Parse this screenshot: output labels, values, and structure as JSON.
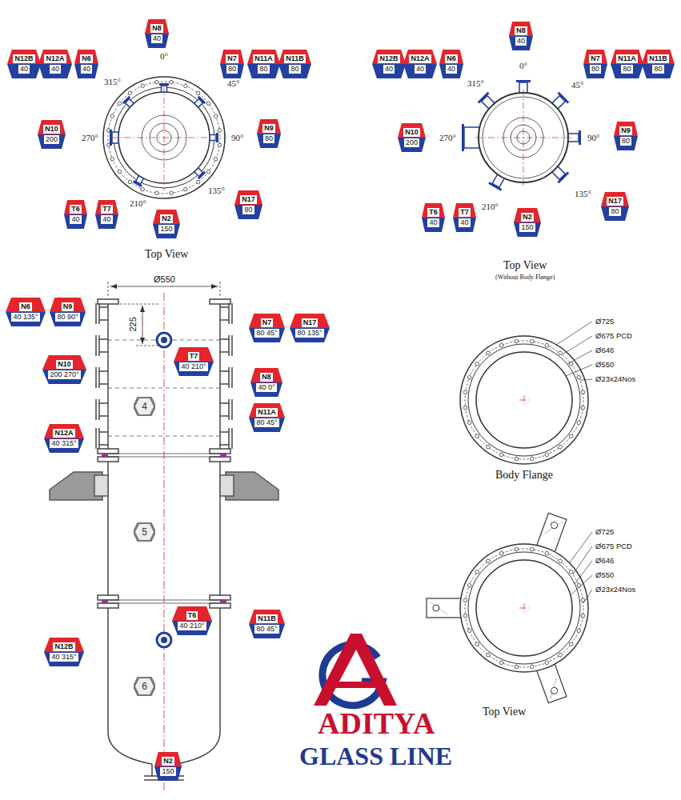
{
  "diagram": {
    "nodes": [
      {
        "text": [
          "N8",
          "40"
        ]
      },
      {
        "text": [
          "N12B",
          "40"
        ]
      },
      {
        "text": [
          "N12A",
          "40"
        ]
      },
      {
        "text": [
          "N6",
          "40"
        ]
      },
      {
        "text": [
          "N7",
          "80"
        ]
      },
      {
        "text": [
          "N11A",
          "80"
        ]
      },
      {
        "text": [
          "N11B",
          "80"
        ]
      },
      {
        "text": [
          "N10",
          "200"
        ]
      },
      {
        "text": [
          "N9",
          "80"
        ]
      },
      {
        "text": [
          "T6",
          "40"
        ]
      },
      {
        "text": [
          "T7",
          "40"
        ]
      },
      {
        "text": [
          "N2",
          "150"
        ]
      },
      {
        "text": [
          "N17",
          "80"
        ]
      },
      {
        "text": [
          "N8",
          "40"
        ]
      },
      {
        "text": [
          "N12B",
          "40"
        ]
      },
      {
        "text": [
          "N12A",
          "40"
        ]
      },
      {
        "text": [
          "N6",
          "40"
        ]
      },
      {
        "text": [
          "N7",
          "80"
        ]
      },
      {
        "text": [
          "N11A",
          "80"
        ]
      },
      {
        "text": [
          "N11B",
          "80"
        ]
      },
      {
        "text": [
          "N10",
          "200"
        ]
      },
      {
        "text": [
          "N9",
          "80"
        ]
      },
      {
        "text": [
          "T6",
          "40"
        ]
      },
      {
        "text": [
          "T7",
          "40"
        ]
      },
      {
        "text": [
          "N2",
          "150"
        ]
      },
      {
        "text": [
          "N17",
          "80"
        ]
      },
      {
        "text": [
          "N6",
          "40 135°"
        ]
      },
      {
        "text": [
          "N9",
          "80 90°"
        ]
      },
      {
        "text": [
          "N7",
          "80 45°"
        ]
      },
      {
        "text": [
          "N17",
          "80 135°"
        ]
      },
      {
        "text": [
          "T7",
          "40 210°"
        ]
      },
      {
        "text": [
          "N10",
          "200 270°"
        ]
      },
      {
        "text": [
          "N8",
          "40 0°"
        ]
      },
      {
        "text": [
          "4"
        ]
      },
      {
        "text": [
          "N11A",
          "80 45°"
        ]
      },
      {
        "text": [
          "N12A",
          "40 315°"
        ]
      },
      {
        "text": [
          "5"
        ]
      },
      {
        "text": [
          "T6",
          "40 210°"
        ]
      },
      {
        "text": [
          "N11B",
          "80 45°"
        ]
      },
      {
        "text": [
          "N12B",
          "40 315°"
        ]
      },
      {
        "text": [
          "6"
        ]
      },
      {
        "text": [
          "N2",
          "150"
        ]
      }
    ],
    "labels": [
      "0°",
      "45°",
      "90°",
      "135°",
      "210°",
      "270°",
      "315°",
      "Top View",
      "0°",
      "45°",
      "90°",
      "135°",
      "210°",
      "270°",
      "315°",
      "Top View",
      "(Without Body Flange)",
      "Ø550",
      "225",
      "Ø725",
      "Ø675 PCD",
      "Ø646",
      "Ø550",
      "Ø23x24Nos",
      "Body Flange",
      "Ø725",
      "Ø675 PCD",
      "Ø646",
      "Ø550",
      "Ø23x24Nos",
      "Top View",
      "ADITYA",
      "GLASS LINE"
    ]
  }
}
